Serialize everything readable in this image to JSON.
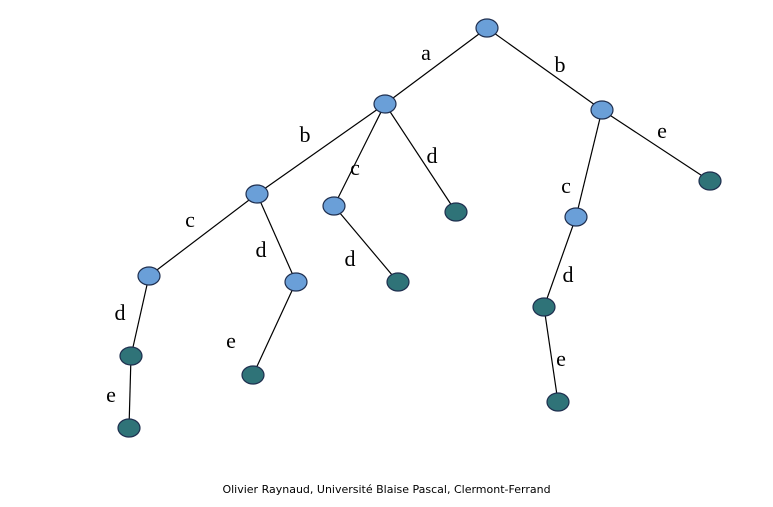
{
  "colors": {
    "internal_node": "#6a9fd8",
    "leaf_node": "#2f7378",
    "edge": "#000000"
  },
  "tree": {
    "nodes": [
      {
        "id": "root",
        "kind": "internal"
      },
      {
        "id": "a",
        "kind": "internal"
      },
      {
        "id": "b",
        "kind": "internal"
      },
      {
        "id": "ab",
        "kind": "internal"
      },
      {
        "id": "ac",
        "kind": "internal"
      },
      {
        "id": "ad",
        "kind": "leaf"
      },
      {
        "id": "abc",
        "kind": "internal"
      },
      {
        "id": "abd",
        "kind": "internal"
      },
      {
        "id": "abcd",
        "kind": "leaf"
      },
      {
        "id": "abcde",
        "kind": "leaf"
      },
      {
        "id": "abde",
        "kind": "leaf"
      },
      {
        "id": "acd",
        "kind": "leaf"
      },
      {
        "id": "bc",
        "kind": "internal"
      },
      {
        "id": "be",
        "kind": "leaf"
      },
      {
        "id": "bcd",
        "kind": "leaf"
      },
      {
        "id": "bcde",
        "kind": "leaf"
      }
    ],
    "edges": [
      {
        "from": "root",
        "to": "a",
        "label": "a"
      },
      {
        "from": "root",
        "to": "b",
        "label": "b"
      },
      {
        "from": "a",
        "to": "ab",
        "label": "b"
      },
      {
        "from": "a",
        "to": "ac",
        "label": "c"
      },
      {
        "from": "a",
        "to": "ad",
        "label": "d"
      },
      {
        "from": "ab",
        "to": "abc",
        "label": "c"
      },
      {
        "from": "ab",
        "to": "abd",
        "label": "d"
      },
      {
        "from": "abc",
        "to": "abcd",
        "label": "d"
      },
      {
        "from": "abcd",
        "to": "abcde",
        "label": "e"
      },
      {
        "from": "abd",
        "to": "abde",
        "label": "e"
      },
      {
        "from": "ac",
        "to": "acd",
        "label": "d"
      },
      {
        "from": "b",
        "to": "bc",
        "label": "c"
      },
      {
        "from": "b",
        "to": "be",
        "label": "e"
      },
      {
        "from": "bc",
        "to": "bcd",
        "label": "d"
      },
      {
        "from": "bcd",
        "to": "bcde",
        "label": "e"
      }
    ]
  },
  "footer": {
    "text": "Olivier Raynaud, Université Blaise Pascal, Clermont-Ferrand"
  }
}
